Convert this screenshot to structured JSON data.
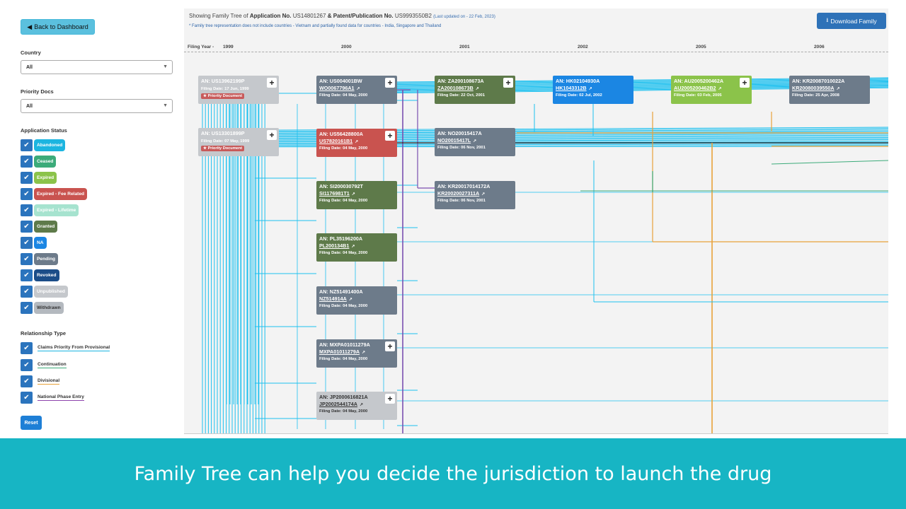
{
  "sidebar": {
    "back_label": "Back to Dashboard",
    "country_label": "Country",
    "country_value": "All",
    "priority_label": "Priority Docs",
    "priority_value": "All",
    "status_label": "Application Status",
    "statuses": [
      {
        "label": "Abandoned",
        "color": "#1cb5e0"
      },
      {
        "label": "Ceased",
        "color": "#3cab7a"
      },
      {
        "label": "Expired",
        "color": "#8bc34a"
      },
      {
        "label": "Expired - Fee Related",
        "color": "#c9534f"
      },
      {
        "label": "Expired - Lifetime",
        "color": "#a6e3cf"
      },
      {
        "label": "Granted",
        "color": "#5e7a4a"
      },
      {
        "label": "NA",
        "color": "#1b86e3"
      },
      {
        "label": "Pending",
        "color": "#6d7b8a"
      },
      {
        "label": "Revoked",
        "color": "#1b4d88"
      },
      {
        "label": "Unpublished",
        "color": "#c5c8cc"
      },
      {
        "label": "Withdrawn",
        "color": "#b4b9bf",
        "dark_text": true
      }
    ],
    "relationship_label": "Relationship Type",
    "relationships": [
      {
        "label": "Claims Priority From Provisional",
        "underline": "#1cb5e0"
      },
      {
        "label": "Continuation",
        "underline": "#3cab7a"
      },
      {
        "label": "Divisional",
        "underline": "#e8a23a"
      },
      {
        "label": "National Phase Entry",
        "underline": "#8e44ad"
      }
    ],
    "reset_label": "Reset"
  },
  "header": {
    "prefix": "Showing Family Tree of",
    "app_label": "Application No.",
    "app_no": "US14801267",
    "amp": "&",
    "pub_label": "Patent/Publication No.",
    "pub_no": "US9993550B2",
    "updated": "(Last updated on - 22 Feb, 2023)",
    "note": "* Family tree representation does not include countries - Vietnam and partially found data for countries - India, Singapore and Thailand",
    "download_label": "Download Family"
  },
  "timeline": {
    "label": "Filing Year -",
    "years": [
      "1999",
      "2000",
      "2001",
      "2002",
      "2005",
      "2006"
    ]
  },
  "cards": [
    {
      "an": "AN: US13962199P",
      "pub": "",
      "fd": "Filing Date: 17 Jun, 1999",
      "prio": "Priority Document",
      "color": "#c5c8cc",
      "plus": true
    },
    {
      "an": "AN: US13301899P",
      "pub": "",
      "fd": "Filing Date: 07 May, 1999",
      "prio": "Priority Document",
      "color": "#c5c8cc",
      "plus": true
    },
    {
      "an": "AN: US004001BW",
      "pub": "WO0067796A1",
      "fd": "Filing Date: 04 May, 2000",
      "prio": "",
      "color": "#6d7b8a",
      "plus": true
    },
    {
      "an": "AN: US56428800A",
      "pub": "US7820161B1",
      "fd": "Filing Date: 04 May, 2000",
      "prio": "",
      "color": "#c9534f",
      "plus": true
    },
    {
      "an": "AN: SI200030792T",
      "pub": "SI1176981T1",
      "fd": "Filing Date: 04 May, 2000",
      "prio": "",
      "color": "#5e7a4a",
      "plus": false
    },
    {
      "an": "AN: PL35196200A",
      "pub": "PL200134B1",
      "fd": "Filing Date: 04 May, 2000",
      "prio": "",
      "color": "#5e7a4a",
      "plus": false
    },
    {
      "an": "AN: NZ51491400A",
      "pub": "NZ514914A",
      "fd": "Filing Date: 04 May, 2000",
      "prio": "",
      "color": "#6d7b8a",
      "plus": false
    },
    {
      "an": "AN: MXPA01011279A",
      "pub": "MXPA01011279A",
      "fd": "Filing Date: 04 May, 2000",
      "prio": "",
      "color": "#6d7b8a",
      "plus": true
    },
    {
      "an": "AN: JP2000616821A",
      "pub": "JP2002544174A",
      "fd": "Filing Date: 04 May, 2000",
      "prio": "",
      "color": "#c5c8cc",
      "plus": true,
      "dark": true
    },
    {
      "an": "AN: ZA200108673A",
      "pub": "ZA200108673B",
      "fd": "Filing Date: 22 Oct, 2001",
      "prio": "",
      "color": "#5e7a4a",
      "plus": true
    },
    {
      "an": "AN: NO20015417A",
      "pub": "NO20015417L",
      "fd": "Filing Date: 06 Nov, 2001",
      "prio": "",
      "color": "#6d7b8a",
      "plus": false
    },
    {
      "an": "AN: KR20017014172A",
      "pub": "KR20020027311A",
      "fd": "Filing Date: 06 Nov, 2001",
      "prio": "",
      "color": "#6d7b8a",
      "plus": false
    },
    {
      "an": "AN: HK02104930A",
      "pub": "HK1043312B",
      "fd": "Filing Date: 02 Jul, 2002",
      "prio": "",
      "color": "#1b86e3",
      "plus": false
    },
    {
      "an": "AN: AU2005200462A",
      "pub": "AU2005200462B2",
      "fd": "Filing Date: 03 Feb, 2005",
      "prio": "",
      "color": "#8bc34a",
      "plus": true
    },
    {
      "an": "AN: KR20087010022A",
      "pub": "KR20080039550A",
      "fd": "Filing Date: 25 Apr, 2008",
      "prio": "",
      "color": "#6d7b8a",
      "plus": false
    }
  ],
  "banner": {
    "text": "Family Tree can help you decide the jurisdiction to launch the drug"
  }
}
